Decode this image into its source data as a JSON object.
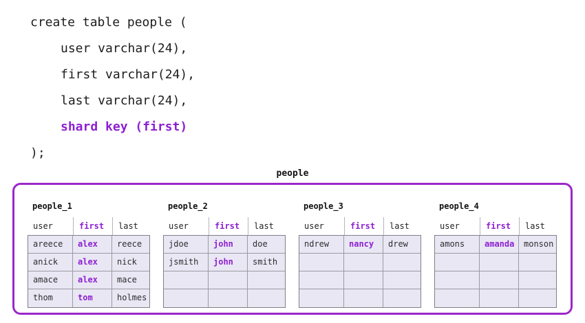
{
  "code": {
    "lines": [
      {
        "text": "create table people (",
        "indent": 0,
        "shard": false
      },
      {
        "text": "user varchar(24),",
        "indent": 1,
        "shard": false
      },
      {
        "text": "first varchar(24),",
        "indent": 1,
        "shard": false
      },
      {
        "text": "last varchar(24),",
        "indent": 1,
        "shard": false
      },
      {
        "text": "shard key (first)",
        "indent": 1,
        "shard": true
      },
      {
        "text": ");",
        "indent": 0,
        "shard": false
      }
    ]
  },
  "diagram": {
    "title": "people",
    "column_headers": [
      "user",
      "first",
      "last"
    ],
    "shard_column_index": 1,
    "tables": [
      {
        "name": "people_1",
        "rows": [
          [
            "areece",
            "alex",
            "reece"
          ],
          [
            "anick",
            "alex",
            "nick"
          ],
          [
            "amace",
            "alex",
            "mace"
          ],
          [
            "thom",
            "tom",
            "holmes"
          ]
        ]
      },
      {
        "name": "people_2",
        "rows": [
          [
            "jdoe",
            "john",
            "doe"
          ],
          [
            "jsmith",
            "john",
            "smith"
          ],
          [
            "",
            "",
            ""
          ],
          [
            "",
            "",
            ""
          ]
        ]
      },
      {
        "name": "people_3",
        "rows": [
          [
            "ndrew",
            "nancy",
            "drew"
          ],
          [
            "",
            "",
            ""
          ],
          [
            "",
            "",
            ""
          ],
          [
            "",
            "",
            ""
          ]
        ]
      },
      {
        "name": "people_4",
        "rows": [
          [
            "amons",
            "amanda",
            "monson"
          ],
          [
            "",
            "",
            ""
          ],
          [
            "",
            "",
            ""
          ],
          [
            "",
            "",
            ""
          ]
        ]
      }
    ]
  },
  "colors": {
    "shard_purple": "#8d1fd3",
    "box_border_purple": "#9b27c9",
    "cell_fill": "#e9e7f3",
    "cell_border": "#9a9aa2",
    "code_text": "#1d1d1f"
  }
}
